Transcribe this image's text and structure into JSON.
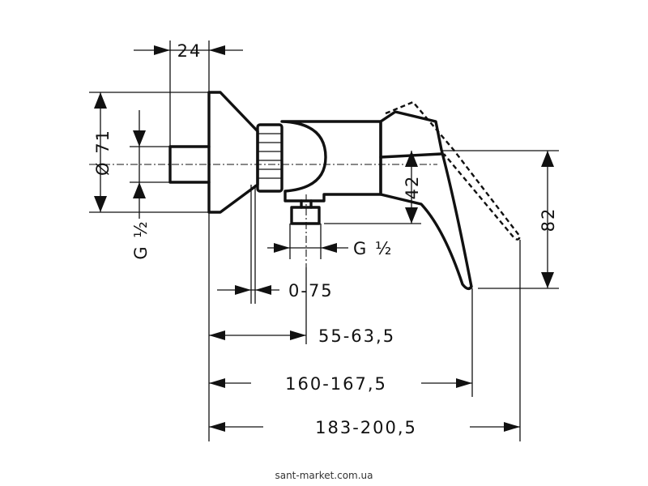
{
  "dimensions": {
    "wall_offset": "24",
    "rosette_diameter": "Ø 71",
    "inlet_thread": "G ½",
    "outlet_thread": "G ½",
    "outlet_height": "42",
    "total_height": "82",
    "wall_adjust": "0-75",
    "outlet_distance": "55-63,5",
    "lever_reach": "160-167,5",
    "total_depth": "183-200,5"
  },
  "watermark": "sant-market.com.ua"
}
